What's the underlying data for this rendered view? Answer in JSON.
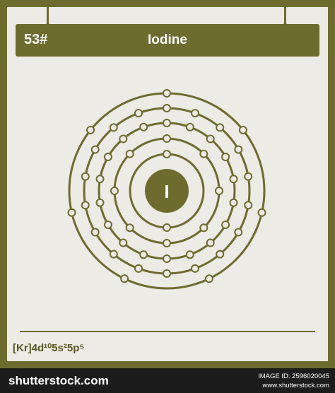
{
  "element": {
    "number_label": "53#",
    "name": "Iodine",
    "symbol": "I",
    "configuration": "[Kr]4d¹⁰5s²5p⁵",
    "shells": [
      2,
      8,
      18,
      18,
      7
    ]
  },
  "colors": {
    "accent": "#6e6b2f",
    "panel": "#ecebe6",
    "frame_bottom": "#1c1c1c"
  },
  "footer": {
    "brand": "shutterstock.com",
    "image_id": "IMAGE ID: 2596020045",
    "site": "www.shutterstock.com"
  }
}
